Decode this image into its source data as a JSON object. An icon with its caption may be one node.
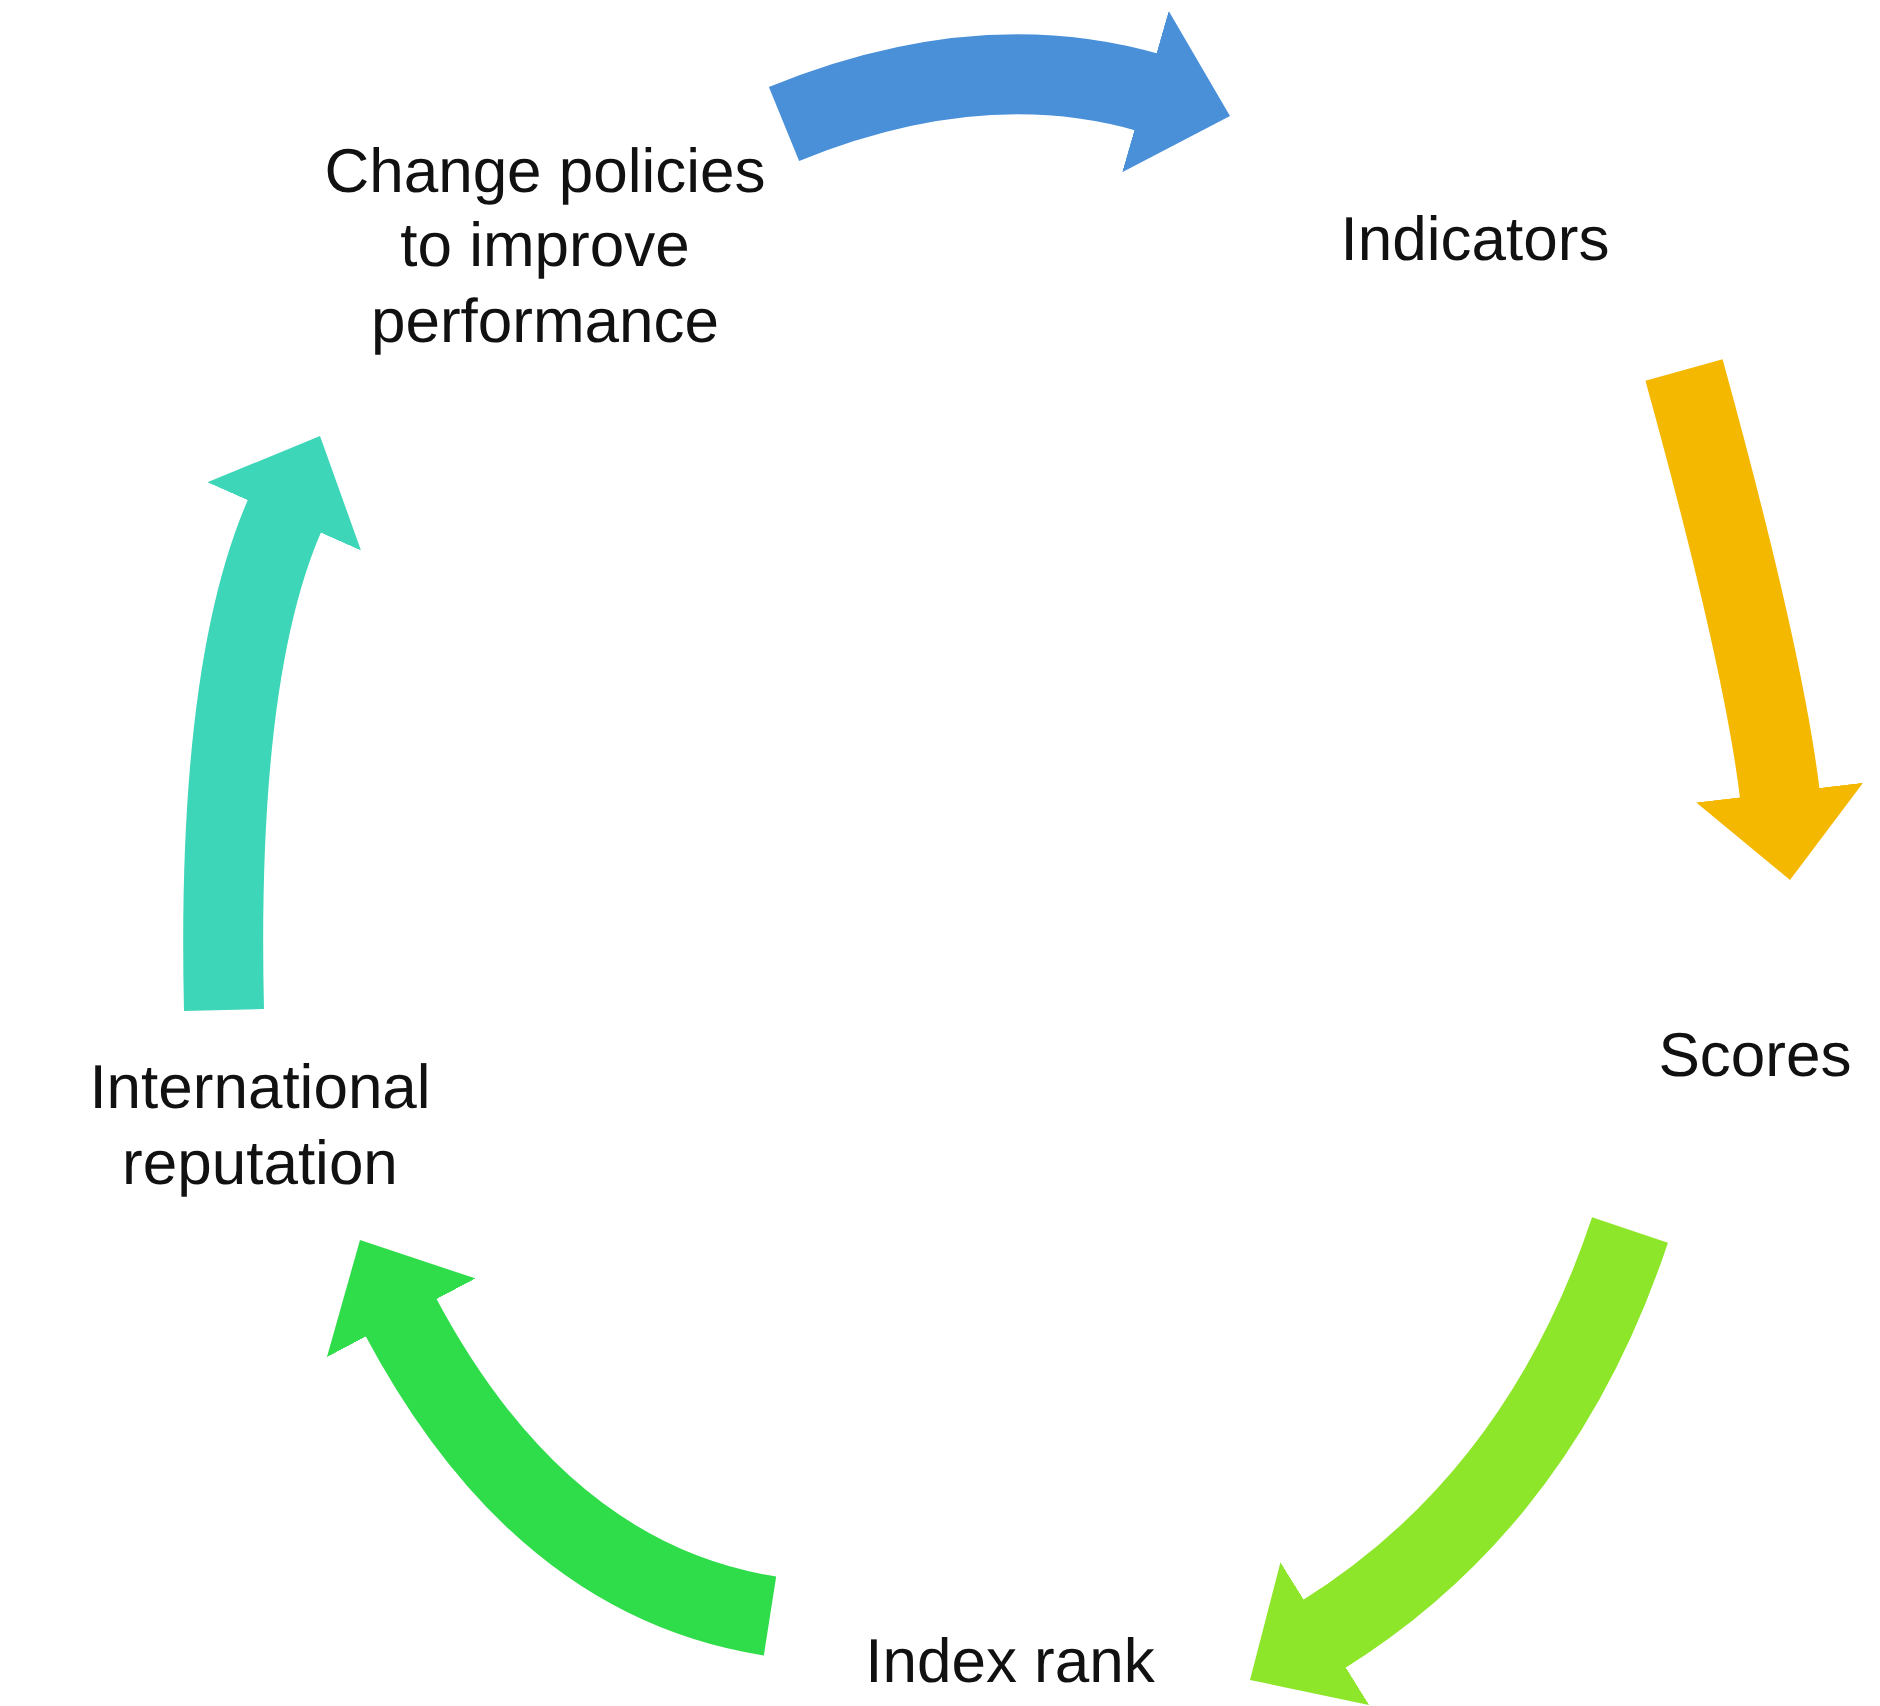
{
  "diagram": {
    "nodes": [
      {
        "text": [
          "Change policies to improve performance"
        ]
      },
      {
        "text": [
          "Indicators"
        ]
      },
      {
        "text": [
          "Scores"
        ]
      },
      {
        "text": [
          "Index rank"
        ]
      },
      {
        "text": [
          "International reputation"
        ]
      }
    ],
    "edges": [
      {
        "from": 0,
        "to": 1,
        "arrow": "to",
        "color": "#4a90d9"
      },
      {
        "from": 1,
        "to": 2,
        "arrow": "to",
        "color": "#f5b800"
      },
      {
        "from": 2,
        "to": 3,
        "arrow": "to",
        "color": "#8ee62a"
      },
      {
        "from": 3,
        "to": 4,
        "arrow": "to",
        "color": "#2fdc4a"
      },
      {
        "from": 4,
        "to": 0,
        "arrow": "to",
        "color": "#3dd6b8"
      }
    ]
  }
}
